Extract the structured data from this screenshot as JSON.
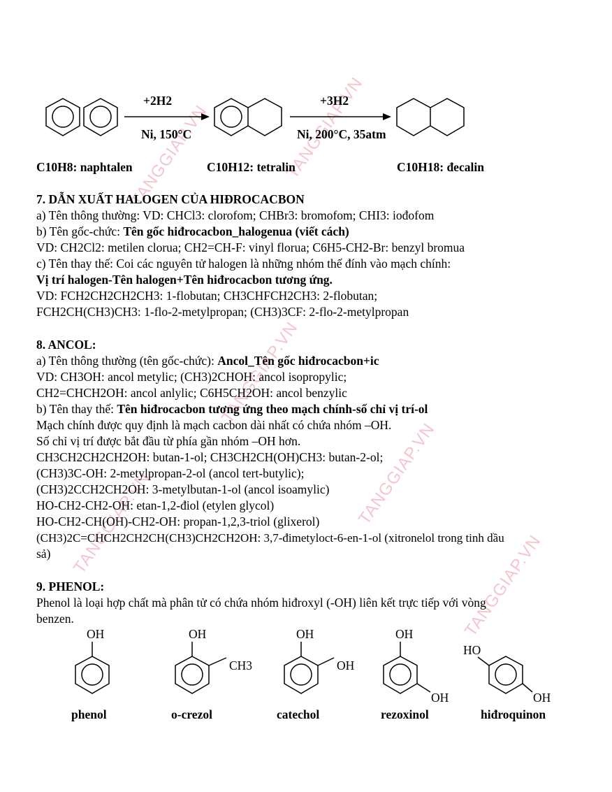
{
  "watermark": "TANGGIAP.VN",
  "reaction": {
    "step1_reagent": "+2H2",
    "step1_condition": "Ni, 150°C",
    "step2_reagent": "+3H2",
    "step2_condition": "Ni, 200°C, 35atm",
    "compound1": "C10H8: naphtalen",
    "compound2": "C10H12: tetralin",
    "compound3": "C10H18: đecalin"
  },
  "section7": {
    "heading": "7. DẪN XUẤT HALOGEN CỦA HIĐROCACBON",
    "line_a": "a) Tên thông thường: VD: CHCl3: clorofom; CHBr3: bromofom; CHI3: iođofom",
    "line_b_prefix": "b) Tên gốc-chức: ",
    "line_b_bold": "Tên gốc hiđrocacbon_halogenua (viết cách)",
    "line_vd1": "VD: CH2Cl2: metilen clorua; CH2=CH-F: vinyl florua; C6H5-CH2-Br: benzyl bromua",
    "line_c": "c) Tên thay thế: Coi các nguyên tử halogen là những nhóm thế đính vào mạch chính:",
    "line_c_bold": "Vị trí halogen-Tên halogen+Tên hiđrocacbon tương ứng.",
    "line_vd2": "VD: FCH2CH2CH2CH3: 1-flobutan; CH3CHFCH2CH3: 2-flobutan;",
    "line_vd3": "FCH2CH(CH3)CH3: 1-flo-2-metylpropan; (CH3)3CF: 2-flo-2-metylpropan"
  },
  "section8": {
    "heading": "8. ANCOL:",
    "line_a_prefix": "a) Tên thông thường (tên gốc-chức): ",
    "line_a_bold": "Ancol_Tên gốc hiđrocacbon+ic",
    "line_vd1": "VD: CH3OH: ancol metylic; (CH3)2CHOH: ancol isopropylic;",
    "line_vd2": "CH2=CHCH2OH: ancol anlylic; C6H5CH2OH: ancol benzylic",
    "line_b_prefix": "b) Tên thay thế: ",
    "line_b_bold": "Tên hiđrocacbon tương ứng theo mạch chính-số chỉ vị trí-ol",
    "line_rule1": "Mạch chính được quy định là mạch cacbon dài nhất có chứa nhóm –OH.",
    "line_rule2": "Số chỉ vị trí được bắt đầu từ phía gần nhóm –OH hơn.",
    "ex1": "CH3CH2CH2CH2OH: butan-1-ol; CH3CH2CH(OH)CH3: butan-2-ol;",
    "ex2": "(CH3)3C-OH: 2-metylpropan-2-ol (ancol tert-butylic);",
    "ex3": "(CH3)2CCH2CH2OH: 3-metylbutan-1-ol (ancol isoamylic)",
    "ex4": "HO-CH2-CH2-OH: etan-1,2-điol (etylen glycol)",
    "ex5": "HO-CH2-CH(OH)-CH2-OH: propan-1,2,3-triol (glixerol)",
    "ex6": "(CH3)2C=CHCH2CH2CH(CH3)CH2CH2OH: 3,7-đimetyloct-6-en-1-ol (xitronelol trong tinh dầu",
    "ex6_cont": "sả)"
  },
  "section9": {
    "heading": "9. PHENOL:",
    "line1": "Phenol là loại hợp chất mà phân tử có chứa nhóm hiđroxyl (-OH) liên kết trực tiếp với vòng",
    "line2": "benzen.",
    "oh": "OH",
    "ho": "HO",
    "ch3": "CH3",
    "names": [
      "phenol",
      "o-crezol",
      "catechol",
      "rezoxinol",
      "hiđroquinon"
    ]
  }
}
